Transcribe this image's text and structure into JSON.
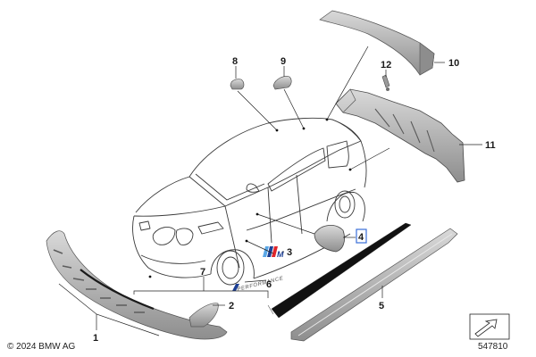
{
  "callouts": {
    "c1": "1",
    "c2": "2",
    "c3": "3",
    "c4": "4",
    "c5": "5",
    "c6": "6",
    "c7": "7",
    "c8": "8",
    "c9": "9",
    "c10": "10",
    "c11": "11",
    "c12": "12"
  },
  "performance_lettering": "PERFORMANCE",
  "badge_text": "M",
  "badge_colors": [
    "#5aa7e6",
    "#1c3f94",
    "#e0262b"
  ],
  "highlight_color": "#3a6fd8",
  "footer": {
    "copyright": "© 2024 BMW AG",
    "reference_number": "547810"
  },
  "icons": [
    "nav-arrow-icon"
  ]
}
